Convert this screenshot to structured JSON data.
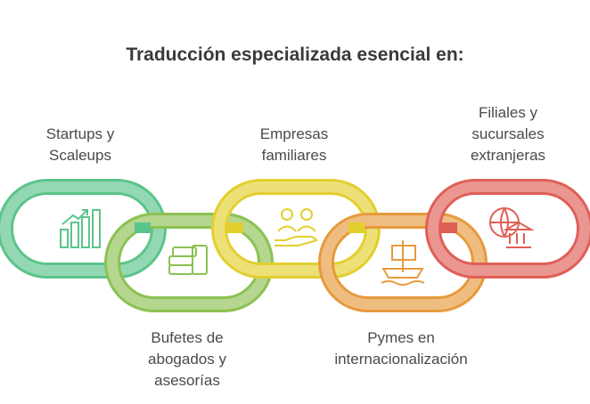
{
  "title": "Traducción especializada esencial en:",
  "items": [
    {
      "label": "Startups y\nScaleups",
      "icon": "growth-chart-icon",
      "color": "#5BC48A"
    },
    {
      "label": "Bufetes de\nabogados y\nasesorías",
      "icon": "stacked-files-icon",
      "color": "#8CC152"
    },
    {
      "label": "Empresas\nfamiliares",
      "icon": "family-hand-icon",
      "color": "#E2CF2E"
    },
    {
      "label": "Pymes en\ninternacionalización",
      "icon": "ship-icon",
      "color": "#E69A3D"
    },
    {
      "label": "Filiales y\nsucursales\nextranjeras",
      "icon": "globe-bank-icon",
      "color": "#DF5F57"
    }
  ]
}
